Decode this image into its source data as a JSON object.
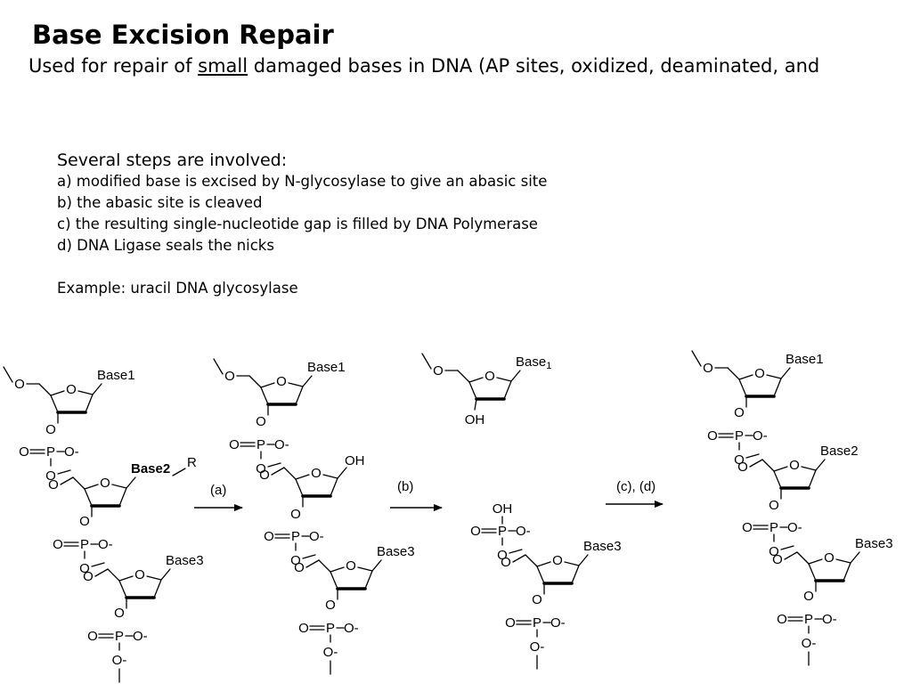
{
  "title": "Base Excision Repair",
  "subtitle": {
    "before": "Used for repair of ",
    "emph": "small",
    "after": " damaged bases in DNA (AP sites, oxidized, deaminated, and"
  },
  "steps": {
    "lead": "Several steps are involved:",
    "items": [
      "a) modified base is excised by N-glycosylase to give an abasic site",
      "b) the abasic site is cleaved",
      "c) the resulting single-nucleotide gap is filled by DNA Polymerase",
      "d) DNA Ligase seals the nicks"
    ],
    "example": "Example: uracil DNA glycosylase"
  },
  "scheme": {
    "arrows": [
      "(a)",
      "(b)",
      "(c), (d)"
    ],
    "labels": {
      "O": "O",
      "P": "P",
      "Om": "O-",
      "OH": "OH",
      "base1": "Base1",
      "base2": "Base2",
      "base3": "Base3",
      "R": "R",
      "base1sub": "Base",
      "sub1": "1"
    }
  }
}
